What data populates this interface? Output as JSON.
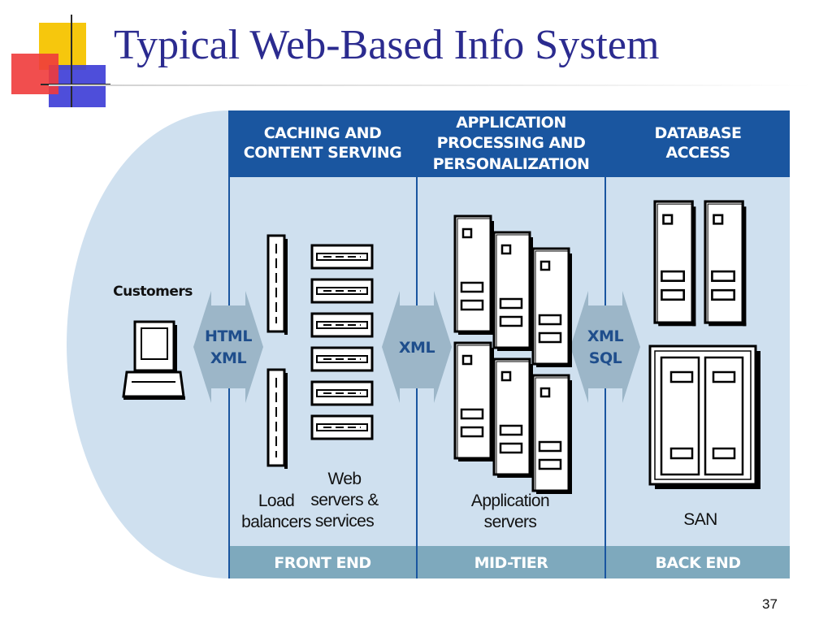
{
  "slide": {
    "title": "Typical Web-Based Info System",
    "page_number": "37"
  },
  "diagram": {
    "columns": [
      {
        "header": [
          "CACHING AND",
          "CONTENT SERVING"
        ],
        "footer": "FRONT END"
      },
      {
        "header": [
          "APPLICATION",
          "PROCESSING AND",
          "PERSONALIZATION"
        ],
        "footer": "MID-TIER"
      },
      {
        "header": [
          "DATABASE",
          "ACCESS"
        ],
        "footer": "BACK END"
      }
    ],
    "customers_label": "Customers",
    "arrows": [
      {
        "lines": [
          "HTML",
          "XML"
        ]
      },
      {
        "lines": [
          "XML"
        ]
      },
      {
        "lines": [
          "XML",
          "SQL"
        ]
      }
    ],
    "labels": {
      "load_balancers": [
        "Load",
        "balancers"
      ],
      "web_servers": [
        "Web",
        "servers &",
        "services"
      ],
      "app_servers": [
        "Application",
        "servers"
      ],
      "san": [
        "SAN"
      ]
    }
  },
  "colors": {
    "title": "#2b2b8f",
    "header_bg": "#1a56a0",
    "footer_bg": "#7ea9bd",
    "panel_bg": "#cfe0ef",
    "arrow_fill": "#9cb6c8"
  }
}
